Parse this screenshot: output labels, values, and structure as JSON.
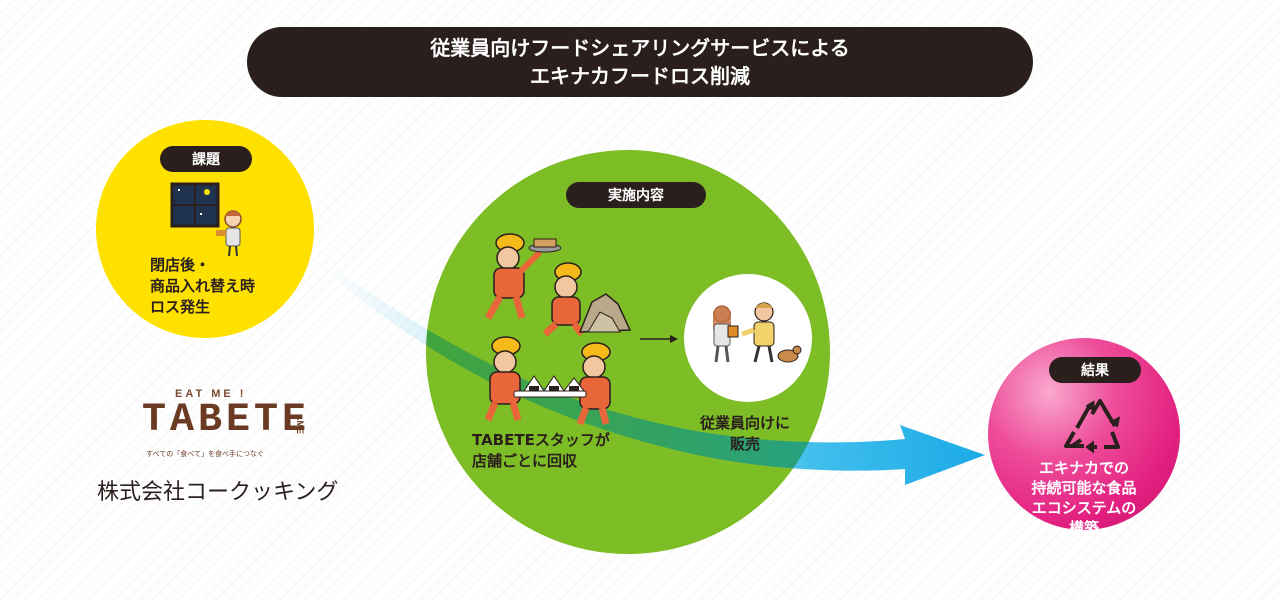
{
  "title": {
    "line1": "従業員向けフードシェアリングサービスによる",
    "line2": "エキナカフードロス削減"
  },
  "issue": {
    "label": "課題",
    "lines": [
      "閉店後・",
      "商品入れ替え時",
      "ロス発生"
    ]
  },
  "implementation": {
    "label": "実施内容",
    "staff_lines": [
      "TABETEスタッフが",
      "店舗ごとに回収"
    ],
    "sale_lines": [
      "従業員向けに",
      "販売"
    ]
  },
  "result": {
    "label": "結果",
    "lines": [
      "エキナカでの",
      "持続可能な食品",
      "エコシステムの",
      "構築"
    ]
  },
  "logo": {
    "tagline_top": "EAT ME !",
    "brand": "TABETE",
    "brand_suffix": ".ME",
    "tagline_bottom": "すべての「食べて」を食べ手につなぐ"
  },
  "company": "株式会社コークッキング",
  "colors": {
    "dark": "#2a1f1c",
    "yellow": "#ffe100",
    "green": "#7dbd25",
    "pink": "#e21f80",
    "arrow": "#29b6ea",
    "worker_orange": "#e8663a"
  }
}
